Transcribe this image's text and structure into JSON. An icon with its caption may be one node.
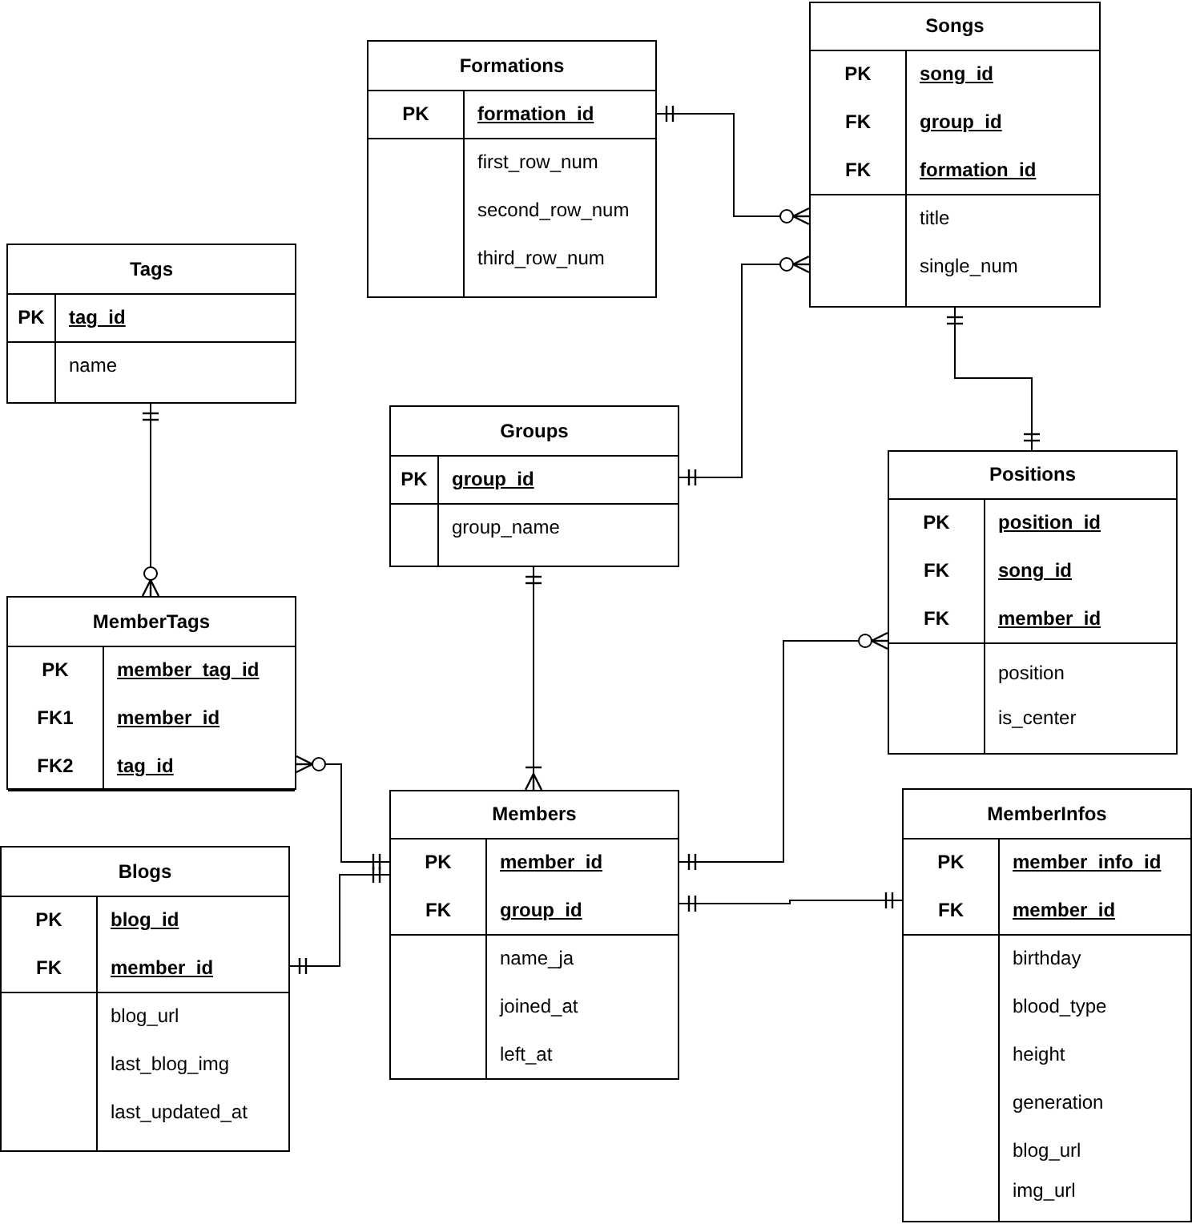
{
  "diagram": {
    "nodes": [
      {
        "text": [
          "Formations",
          "PK",
          "formation_id",
          "first_row_num",
          "second_row_num",
          "third_row_num"
        ]
      },
      {
        "text": [
          "Songs",
          "PK",
          "song_id",
          "FK",
          "group_id",
          "FK",
          "formation_id",
          "title",
          "single_num"
        ]
      },
      {
        "text": [
          "Tags",
          "PK",
          "tag_id",
          "name"
        ]
      },
      {
        "text": [
          "Groups",
          "PK",
          "group_id",
          "group_name"
        ]
      },
      {
        "text": [
          "Positions",
          "PK",
          "position_id",
          "FK",
          "song_id",
          "FK",
          "member_id",
          "position",
          "is_center"
        ]
      },
      {
        "text": [
          "MemberTags",
          "PK",
          "member_tag_id",
          "FK1",
          "member_id",
          "FK2",
          "tag_id"
        ]
      },
      {
        "text": [
          "Members",
          "PK",
          "member_id",
          "FK",
          "group_id",
          "name_ja",
          "joined_at",
          "left_at"
        ]
      },
      {
        "text": [
          "MemberInfos",
          "PK",
          "member_info_id",
          "FK",
          "member_id",
          "birthday",
          "blood_type",
          "height",
          "generation",
          "blog_url",
          "img_url"
        ]
      },
      {
        "text": [
          "Blogs",
          "PK",
          "blog_id",
          "FK",
          "member_id",
          "blog_url",
          "last_blog_img",
          "last_updated_at"
        ]
      }
    ],
    "edges": [
      {
        "from": 0,
        "to": 1,
        "arrow": "other"
      },
      {
        "from": 3,
        "to": 1,
        "arrow": "other"
      },
      {
        "from": 1,
        "to": 4,
        "arrow": "other"
      },
      {
        "from": 2,
        "to": 5,
        "arrow": "other"
      },
      {
        "from": 3,
        "to": 6,
        "arrow": "other"
      },
      {
        "from": 5,
        "to": 6,
        "arrow": "other"
      },
      {
        "from": 8,
        "to": 6,
        "arrow": "other"
      },
      {
        "from": 6,
        "to": 4,
        "arrow": "other"
      },
      {
        "from": 6,
        "to": 7,
        "arrow": "other"
      }
    ]
  }
}
